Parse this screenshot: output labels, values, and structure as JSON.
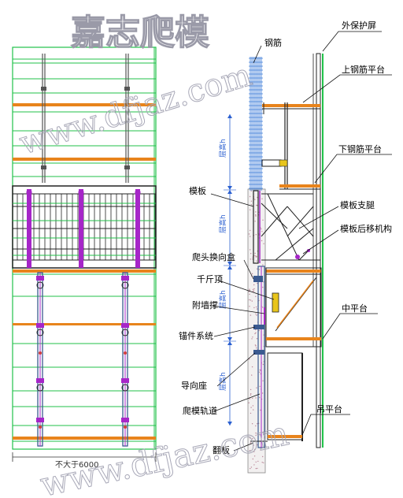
{
  "watermark": {
    "title": "嘉志爬模",
    "url": "www.dfjaz.com"
  },
  "colors": {
    "green": "#21c24a",
    "purple": "#a626c8",
    "orange": "#e8841c",
    "blue": "#2a5fd0",
    "steel": "#3a5a90",
    "rebar": "#3b7bd8"
  },
  "labels": {
    "rebar": "钢筋",
    "outer_guard": "外保护屏",
    "upper_rebar_platform": "上钢筋平台",
    "lower_rebar_platform": "下钢筋平台",
    "formwork": "模板",
    "formwork_support": "模板支腿",
    "formwork_retreat": "模板后移机构",
    "climbing_head": "爬头换向盒",
    "jack": "千斤顶",
    "wall_brace": "附墙撑",
    "anchor_system": "锚件系统",
    "guide_seat": "导向座",
    "climbing_rail": "爬模轨道",
    "middle_platform": "中平台",
    "hanging_platform": "吊平台",
    "flip_plate": "翻板"
  },
  "dimensions": {
    "storey": "层高h",
    "bottom_width": "不大于6000"
  }
}
